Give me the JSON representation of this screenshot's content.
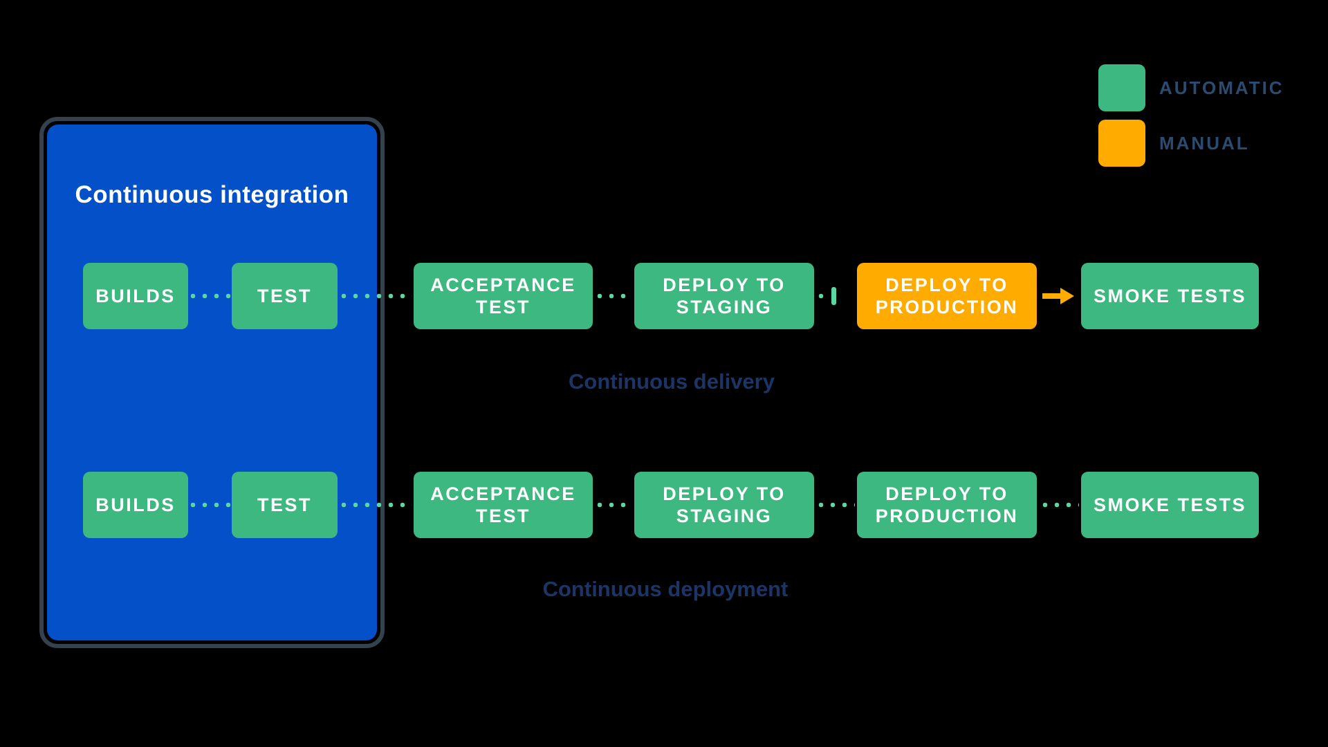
{
  "legend": {
    "items": [
      {
        "id": "automatic",
        "label": "AUTOMATIC",
        "color": "#3DB881"
      },
      {
        "id": "manual",
        "label": "MANUAL",
        "color": "#FFAB00"
      }
    ]
  },
  "ci_container": {
    "title": "Continuous integration",
    "fill_color": "#0450C8",
    "outline_color": "#33424C"
  },
  "rows": [
    {
      "id": "continuous-delivery",
      "caption": "Continuous delivery",
      "stages": [
        {
          "label": "BUILDS",
          "mode": "automatic"
        },
        {
          "label": "TEST",
          "mode": "automatic"
        },
        {
          "label": "ACCEPTANCE TEST",
          "mode": "automatic"
        },
        {
          "label": "DEPLOY TO STAGING",
          "mode": "automatic"
        },
        {
          "label": "DEPLOY TO PRODUCTION",
          "mode": "manual"
        },
        {
          "label": "SMOKE TESTS",
          "mode": "automatic"
        }
      ]
    },
    {
      "id": "continuous-deployment",
      "caption": "Continuous deployment",
      "stages": [
        {
          "label": "BUILDS",
          "mode": "automatic"
        },
        {
          "label": "TEST",
          "mode": "automatic"
        },
        {
          "label": "ACCEPTANCE TEST",
          "mode": "automatic"
        },
        {
          "label": "DEPLOY TO STAGING",
          "mode": "automatic"
        },
        {
          "label": "DEPLOY TO PRODUCTION",
          "mode": "automatic"
        },
        {
          "label": "SMOKE TESTS",
          "mode": "automatic"
        }
      ]
    }
  ],
  "colors": {
    "background": "#000000",
    "automatic": "#3DB881",
    "manual": "#FFAB00",
    "connector_dot": "#5CD6A2",
    "caption_text": "#1C3564",
    "legend_text": "#2B4C70",
    "stage_text": "#FFFFFF",
    "ci_fill": "#0450C8",
    "ci_outline": "#33424C"
  }
}
